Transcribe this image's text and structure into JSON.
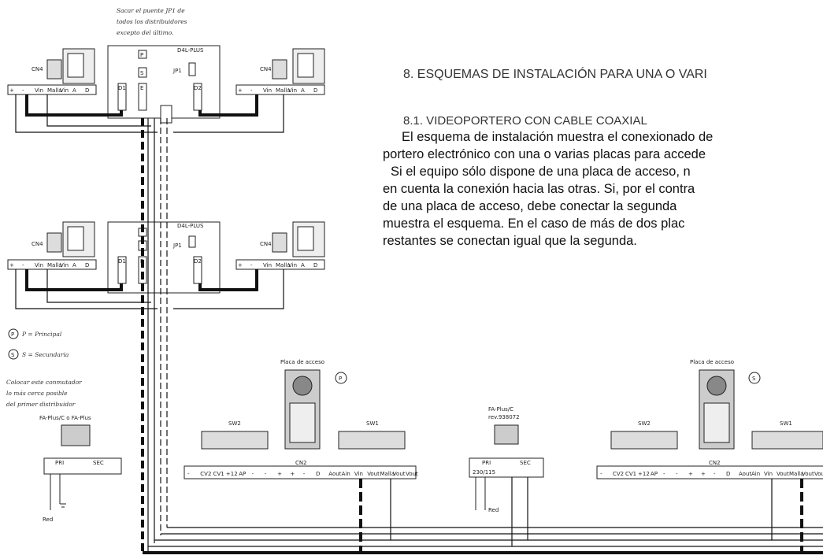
{
  "heading": "8. ESQUEMAS DE INSTALACIÓN PARA UNA O VARI",
  "subheading": "8.1. VIDEOPORTERO CON CABLE COAXIAL",
  "paragraph_lines": [
    "El esquema de instalación muestra el conexionado de",
    "portero electrónico con una o varias placas para accede",
    "Si el equipo sólo dispone de una placa de acceso, n",
    "en cuenta la conexión hacia las otras. Si, por el contra",
    "de una placa de acceso, debe conectar la segunda",
    "muestra el esquema. En el caso de más de dos plac",
    "restantes se conectan igual que la segunda."
  ],
  "diagram": {
    "note_top": [
      "Sacar el puente JP1 de",
      "todos los distribuidores",
      "excepto del último."
    ],
    "distributor_1": "D4L-PLUS",
    "distributor_2": "D4L-PLUS",
    "jp1": "JP1",
    "cn4": "CN4",
    "d1": "D1",
    "d2": "D2",
    "e": "E",
    "s": "S",
    "p": "P",
    "legend_p": "P = Principal",
    "legend_s": "S = Secundaria",
    "note_left": [
      "Colocar este conmutador",
      "lo más cerca posible",
      "del primer distribuidor"
    ],
    "fa_plus_left": "FA-Plus/C o FA-Plus",
    "fa_plus_center": [
      "FA-Plus/C",
      "rev.938072"
    ],
    "placa_acceso_1": "Placa de acceso",
    "placa_acceso_2": "Placa de acceso",
    "sw1": "SW1",
    "sw2": "SW2",
    "cn2": "CN2",
    "pri": "PRI",
    "sec": "SEC",
    "red": "Red",
    "volt": "230/115",
    "monitor_terminals": [
      "+",
      "-",
      "Vin",
      "Malla",
      "Vin",
      "A",
      "D"
    ],
    "cn2_terminals_1": [
      "-",
      "CV2",
      "CV1",
      "+12",
      "AP",
      "-",
      "-",
      "+",
      "+",
      "-",
      "D",
      "Aout",
      "Ain",
      "Vin",
      "Vout",
      "Malla",
      "Vout",
      "Vout"
    ],
    "cn2_terminals_2": [
      "-",
      "CV2",
      "CV1",
      "+12",
      "AP",
      "-",
      "-",
      "+",
      "+",
      "-",
      "D",
      "Aout",
      "Ain",
      "Vin",
      "Vout",
      "Malla",
      "Vout",
      "Vout"
    ]
  }
}
